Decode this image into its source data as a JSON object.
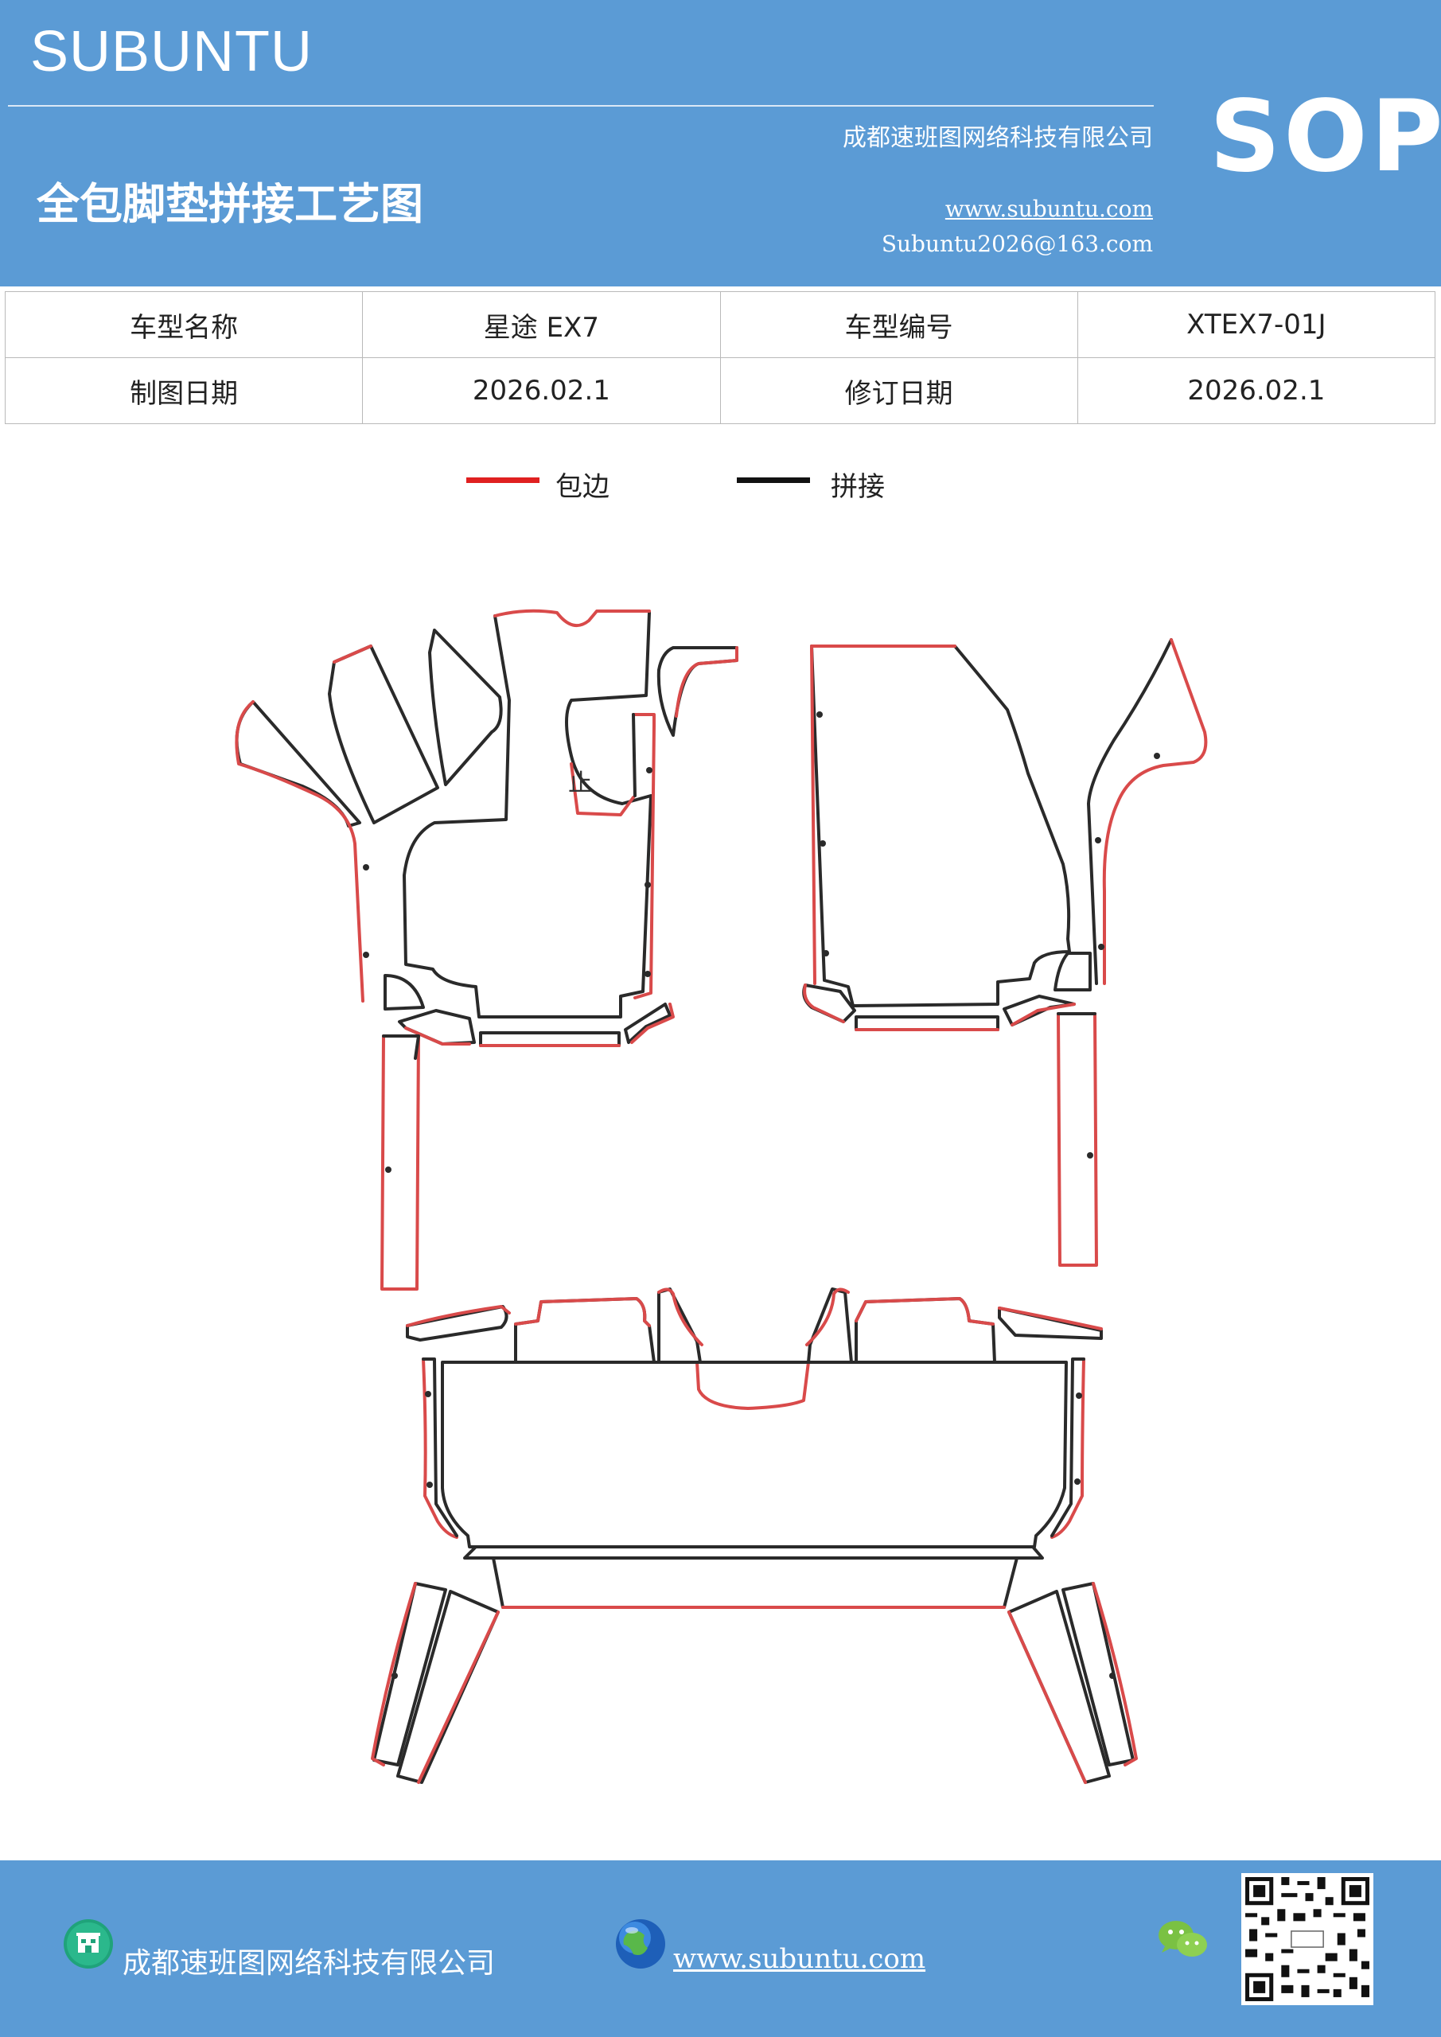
{
  "header": {
    "brand": "SUBUNTU",
    "company": "成都速班图网络科技有限公司",
    "title": "全包脚垫拼接工艺图",
    "website": "www.subuntu.com",
    "email": "Subuntu2026@163.com",
    "badge": "SOP"
  },
  "info_table": {
    "rows": [
      [
        "车型名称",
        "星途 EX7",
        "车型编号",
        "XTEX7-01J"
      ],
      [
        "制图日期",
        "2026.02.1",
        "修订日期",
        "2026.02.1"
      ]
    ]
  },
  "legend": {
    "items": [
      {
        "label": "包边",
        "color": "#e02020"
      },
      {
        "label": "拼接",
        "color": "#111111"
      }
    ]
  },
  "drawing": {
    "mark": "止",
    "edge_color": "#d94a4a",
    "seam_color": "#2a2a2a"
  },
  "footer": {
    "company": "成都速班图网络科技有限公司",
    "website": "www.subuntu.com "
  },
  "colors": {
    "header_bg": "#5b9bd5",
    "footer_bg": "#5b9bd5"
  }
}
